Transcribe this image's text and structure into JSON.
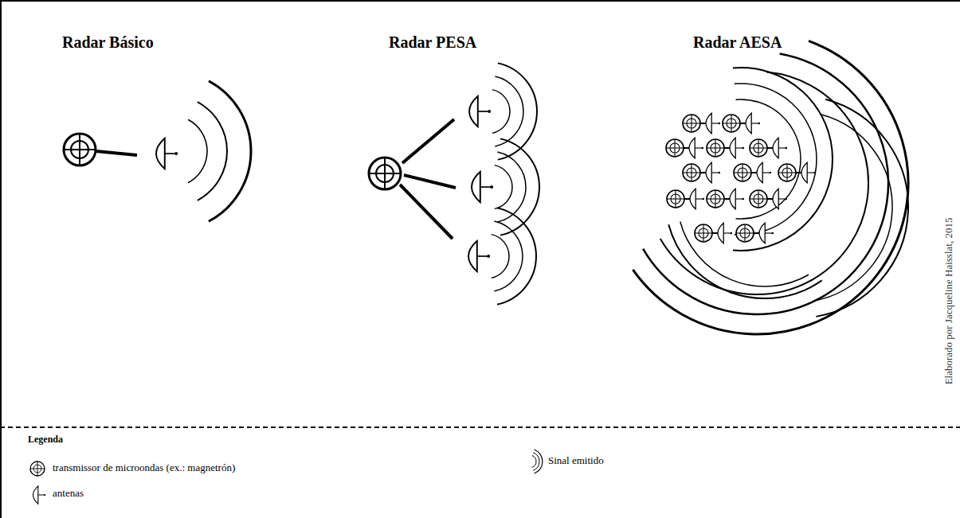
{
  "diagram": {
    "labels": [
      "Radar Básico",
      "Radar PESA",
      "Radar AESA",
      "Legenda",
      "Elaborado por Jacqueline Haisslat, 2015"
    ],
    "legend": [
      {
        "text": "transmissor de microondas (ex.: magnetrón)"
      },
      {
        "text": "Sinal emitido"
      },
      {
        "text": "antenas"
      }
    ]
  }
}
